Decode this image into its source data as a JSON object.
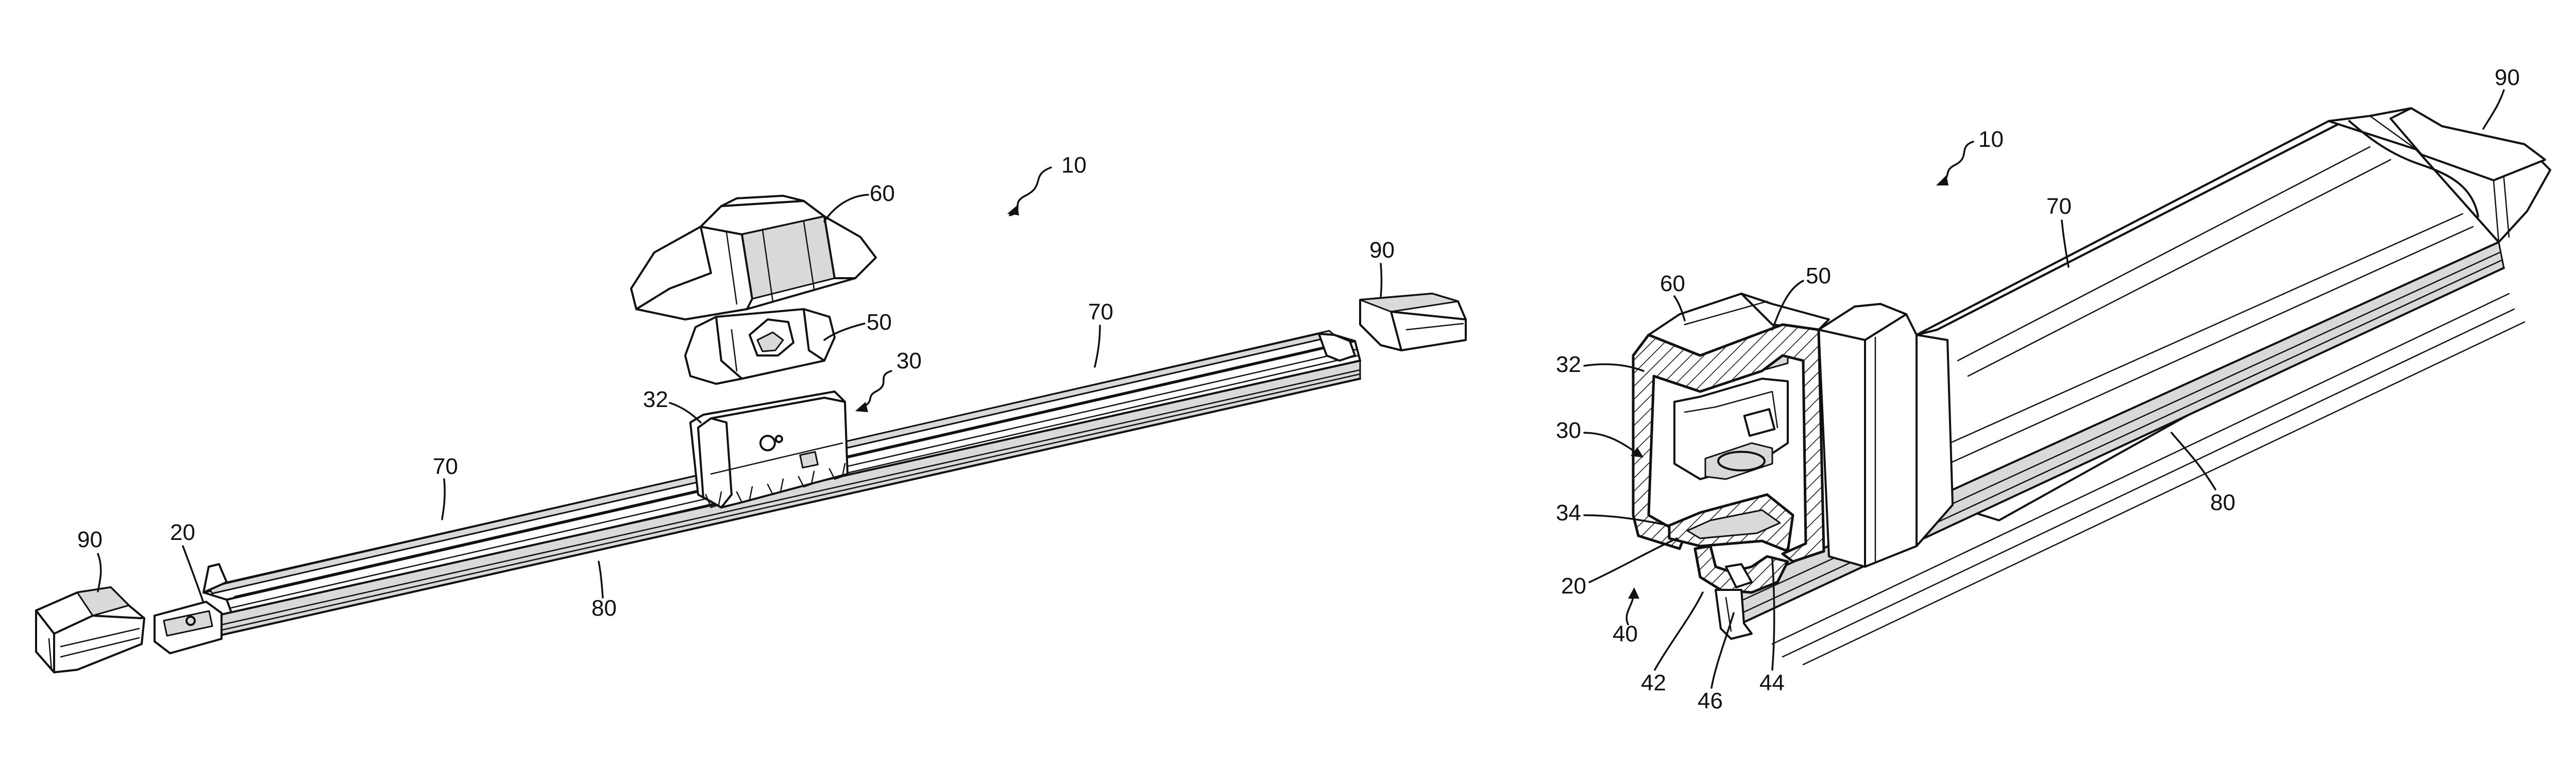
{
  "figure_left": {
    "labels": {
      "assembly": "10",
      "cap_left": "90",
      "cap_right": "90",
      "base_end": "20",
      "spring_rail_left": "70",
      "spring_rail_right": "70",
      "wiper_rubber": "80",
      "cover": "60",
      "insert": "50",
      "bracket": "30",
      "bracket_part": "32"
    }
  },
  "figure_right": {
    "labels": {
      "assembly": "10",
      "end_cap": "90",
      "spring_rail": "70",
      "wiper_rubber": "80",
      "cover": "60",
      "insert": "50",
      "bracket_part": "32",
      "bracket": "30",
      "bracket_bottom": "34",
      "base": "20",
      "holder": "40",
      "holder_part_a": "42",
      "holder_part_b": "44",
      "holder_part_c": "46"
    }
  },
  "colors": {
    "line": "#111111",
    "background": "#ffffff",
    "shade": "#d9d9d9"
  }
}
